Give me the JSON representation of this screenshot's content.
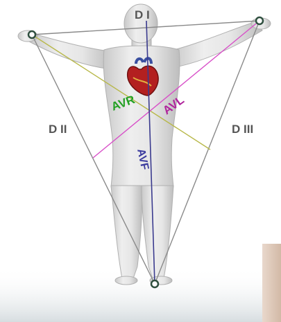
{
  "labels": {
    "lead_1": "D I",
    "lead_2": "D II",
    "lead_3": "D III",
    "avr": "AVR",
    "avl": "AVL",
    "avf": "AVF"
  },
  "colors": {
    "triangle": "#8a8a8a",
    "avr": "#b8b84a",
    "avl": "#d84fc8",
    "avf": "#3a3a8e",
    "avr_text": "#22a022",
    "avl_text": "#b0249c",
    "avf_text": "#3a3a9e",
    "lead_text": "#555555"
  }
}
